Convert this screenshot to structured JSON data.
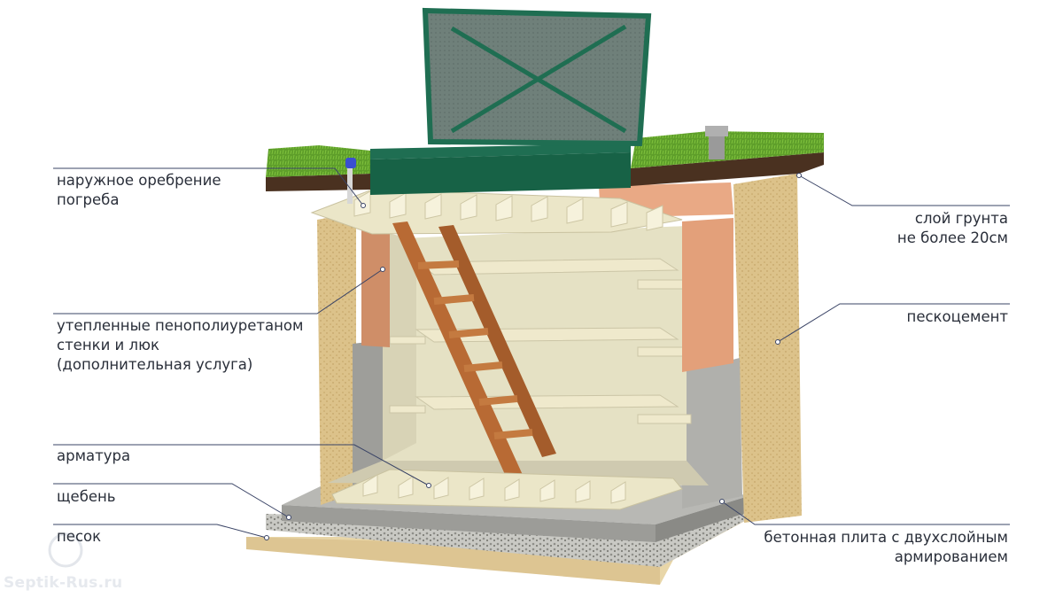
{
  "labels": {
    "outer_ribbing": [
      "наружное оребрение",
      "погреба"
    ],
    "insulated_walls": [
      "утепленные пенополиуретаном",
      "стенки и люк",
      "(дополнительная услуга)"
    ],
    "rebar": "арматура",
    "gravel": "щебень",
    "sand": "песок",
    "soil_layer": [
      "слой грунта",
      "не более 20см"
    ],
    "sand_cement": "пескоцемент",
    "concrete_slab": [
      "бетонная плита с двухслойным",
      "армированием"
    ]
  },
  "watermark": "Septik-Rus.ru",
  "colors": {
    "grass": "#5e9e2a",
    "soil": "#4a3120",
    "sand_cement": "#dcc28a",
    "concrete": "#a9a9a6",
    "plastic": "#e8e3c6",
    "foam": "#e3a07a",
    "lid": "#22775a",
    "ladder": "#b86a34",
    "line": "#3a4466"
  }
}
